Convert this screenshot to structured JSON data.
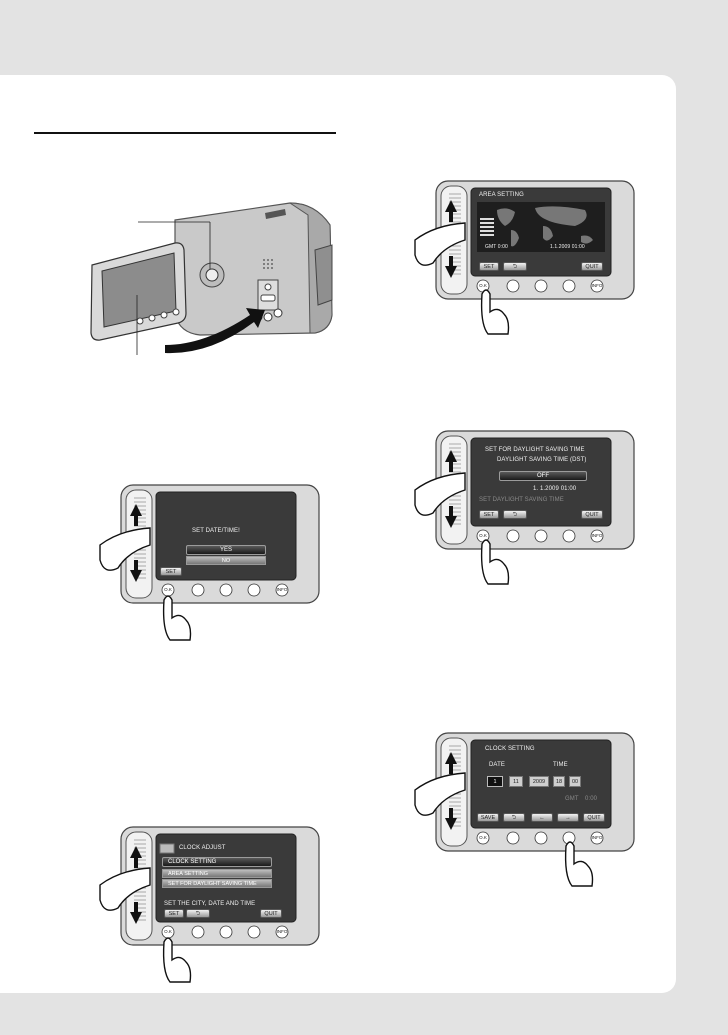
{
  "panels": {
    "set_datetime": {
      "message": "SET DATE/TIME!",
      "options": [
        "YES",
        "NO"
      ],
      "set_btn": "SET"
    },
    "clock_adjust": {
      "title": "CLOCK ADJUST",
      "items": [
        "CLOCK SETTING",
        "AREA SETTING",
        "SET FOR DAYLIGHT SAVING TIME"
      ],
      "hint": "SET THE CITY, DATE AND TIME",
      "set_btn": "SET",
      "quit_btn": "QUIT"
    },
    "area_setting": {
      "title": "AREA SETTING",
      "gmt": "GMT",
      "gmt_value": "GMT 0:00",
      "datetime": "1.1.2009  01:00",
      "set_btn": "SET",
      "quit_btn": "QUIT"
    },
    "dst": {
      "title": "SET FOR DAYLIGHT SAVING TIME",
      "subtitle": "DAYLIGHT SAVING TIME (DST)",
      "option": "OFF",
      "datetime": "1. 1.2009  01:00",
      "footer": "SET DAYLIGHT SAVING TIME",
      "set_btn": "SET",
      "quit_btn": "QUIT"
    },
    "clock_setting": {
      "title": "CLOCK SETTING",
      "date_label": "DATE",
      "time_label": "TIME",
      "values": [
        "1",
        "11",
        "2009",
        "18",
        "00"
      ],
      "gmt": "GMT",
      "gmt_val": "0:00",
      "save_btn": "SAVE",
      "quit_btn": "QUIT"
    }
  },
  "hardware": {
    "ok_label": "O.K",
    "info_label": "INFO"
  }
}
